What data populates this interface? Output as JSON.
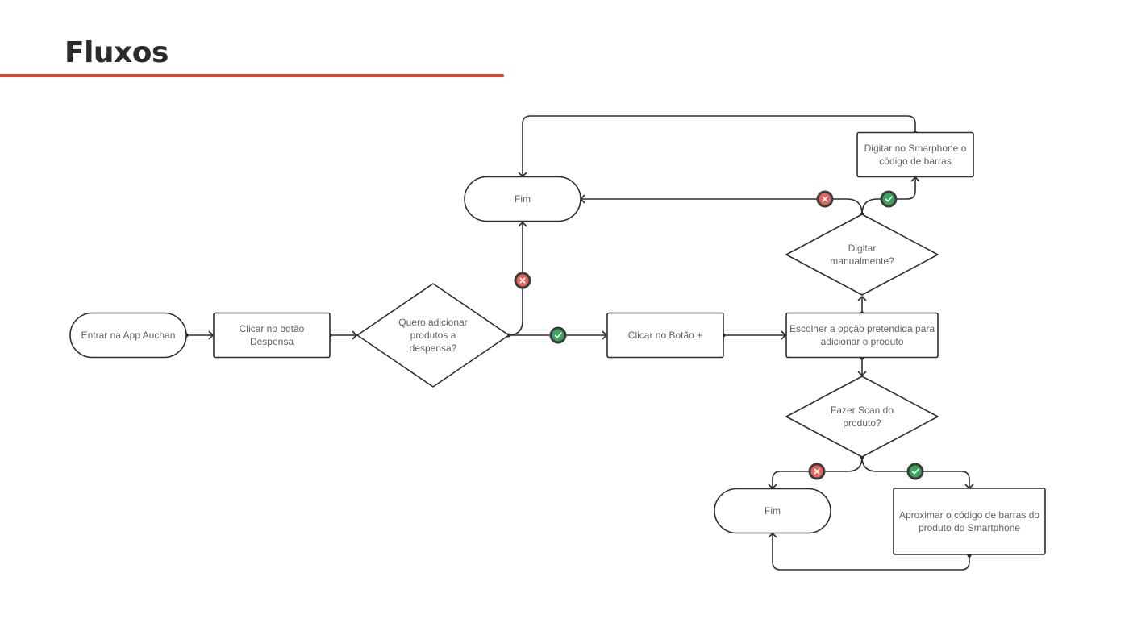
{
  "page": {
    "title": "Fluxos",
    "accent_color": "#d9473b"
  },
  "colors": {
    "line": "#2e2e2e",
    "text": "#5f5f66",
    "yes": "#3aa45a",
    "no": "#e8625c"
  },
  "nodes": {
    "start": [
      "Entrar na App Auchan"
    ],
    "despensa": [
      "Clicar no botão",
      "Despensa"
    ],
    "decision_add": [
      "Quero adicionar",
      "produtos a",
      "despensa?"
    ],
    "end_top": [
      "Fim"
    ],
    "botao_mais": [
      "Clicar no Botão +"
    ],
    "escolher": [
      "Escolher a opção pretendida para",
      "adicionar o produto"
    ],
    "decision_manual": [
      "Digitar",
      "manualmente?"
    ],
    "digitar": [
      "Digitar no Smarphone o",
      "código de barras"
    ],
    "decision_scan": [
      "Fazer Scan do",
      "produto?"
    ],
    "end_bottom": [
      "Fim"
    ],
    "aproximar": [
      "Aproximar o código de barras do",
      "produto do Smartphone"
    ]
  },
  "badges": {
    "add_no": "cross-icon",
    "add_yes": "check-icon",
    "manual_no": "cross-icon",
    "manual_yes": "check-icon",
    "scan_no": "cross-icon",
    "scan_yes": "check-icon"
  }
}
